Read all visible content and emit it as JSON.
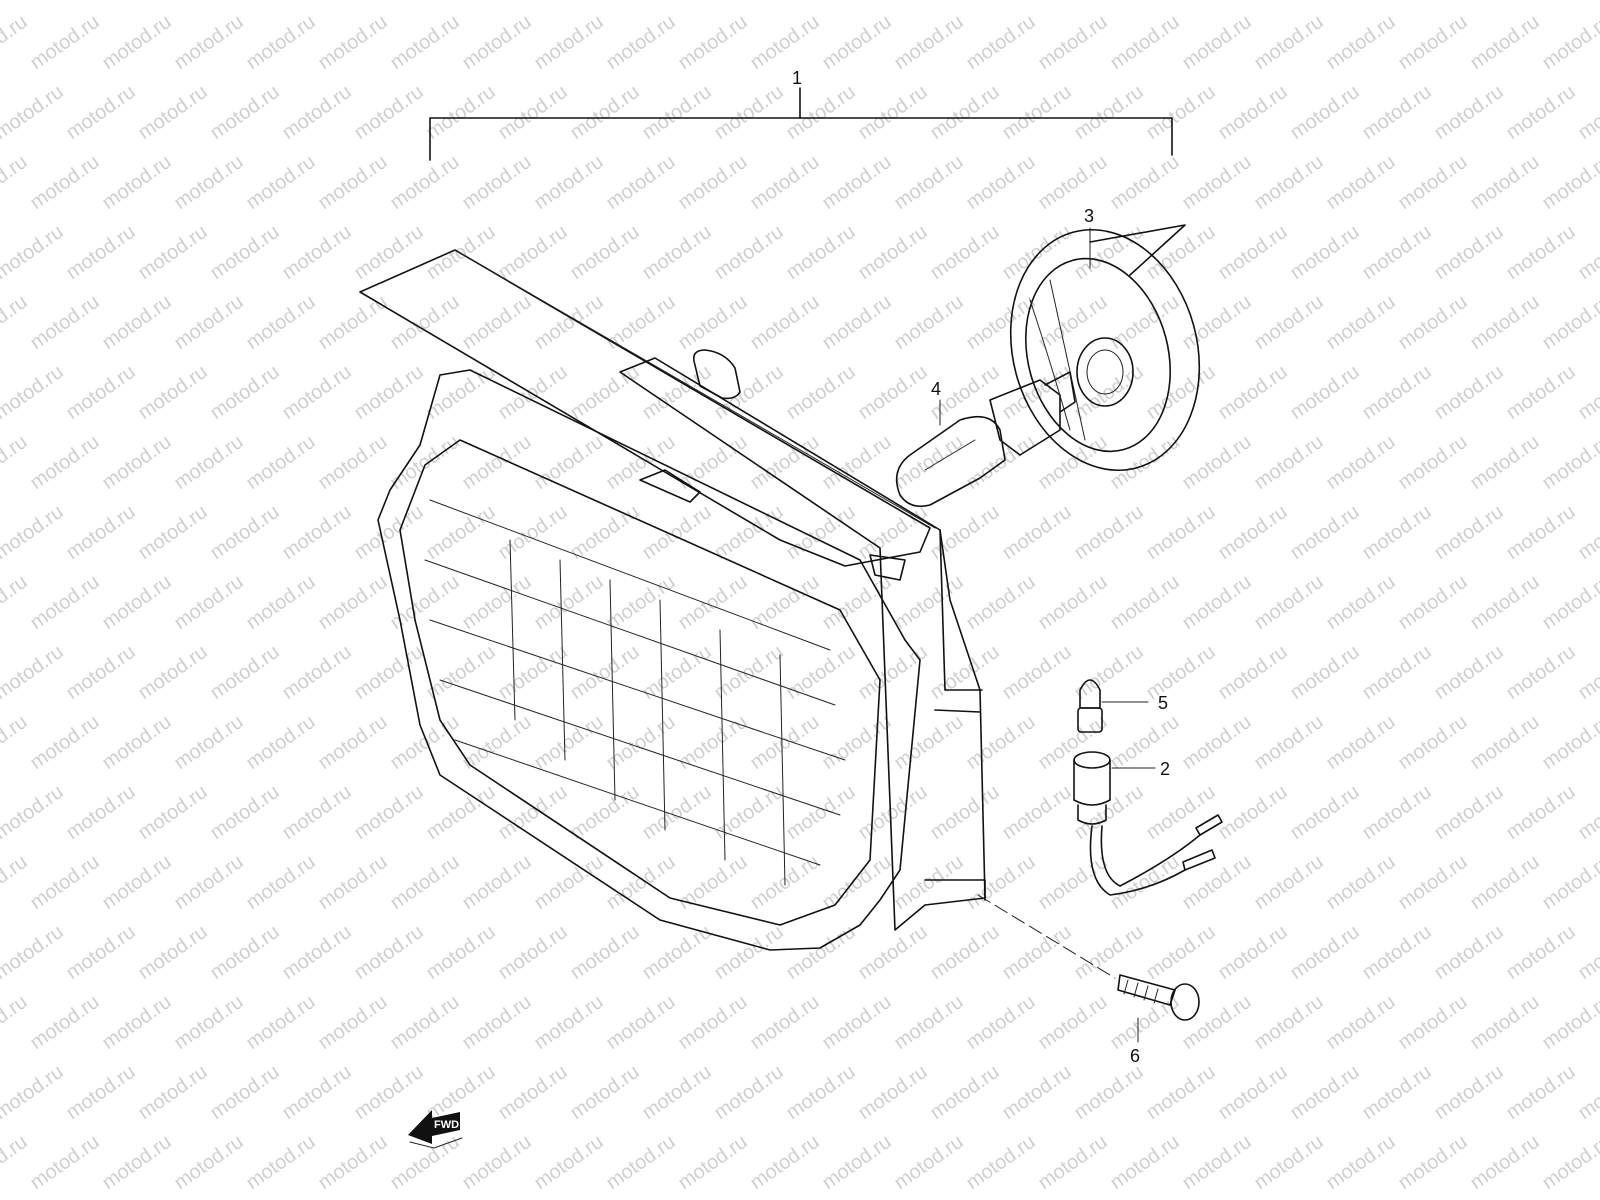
{
  "watermark": {
    "text": "motod.ru"
  },
  "callouts": [
    {
      "id": "1",
      "label": "1"
    },
    {
      "id": "2",
      "label": "2"
    },
    {
      "id": "3",
      "label": "3"
    },
    {
      "id": "4",
      "label": "4"
    },
    {
      "id": "5",
      "label": "5"
    },
    {
      "id": "6",
      "label": "6"
    }
  ],
  "direction_badge": {
    "label": "FWD"
  },
  "colors": {
    "ink": "#111111",
    "watermark": "#cfcfcf",
    "background": "#ffffff"
  }
}
